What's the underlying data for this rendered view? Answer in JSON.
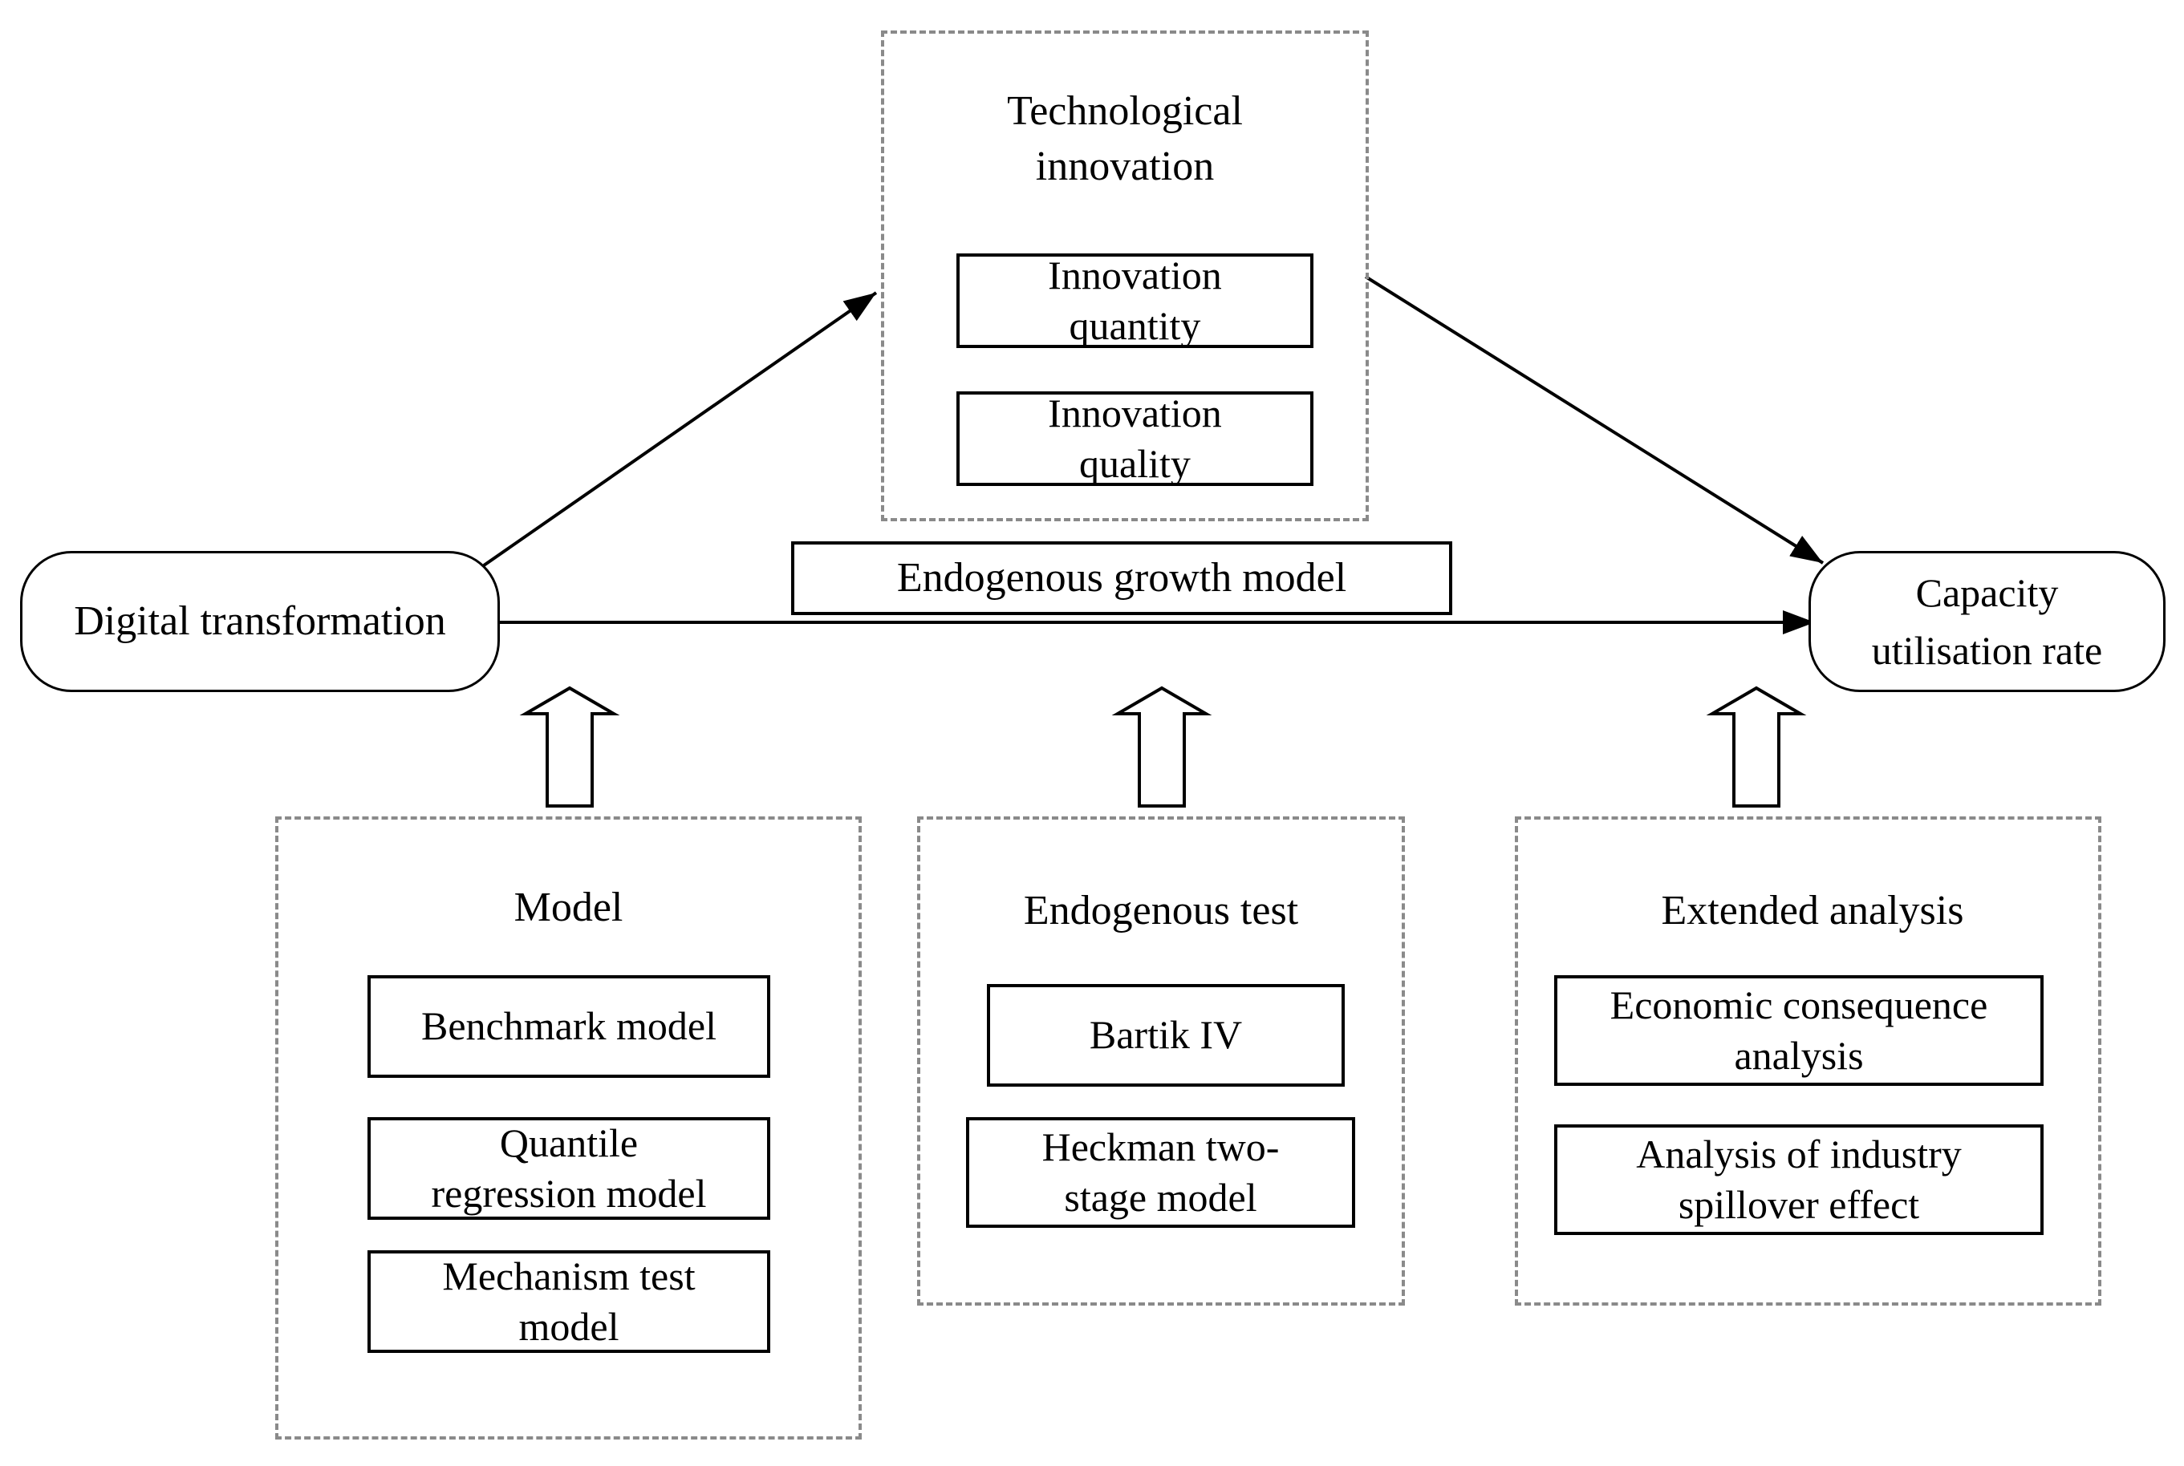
{
  "nodes": {
    "digital_transformation": "Digital transformation",
    "capacity_utilisation": "Capacity\nutilisation rate",
    "endogenous_growth_model": "Endogenous growth model"
  },
  "technological_innovation": {
    "title": "Technological\ninnovation",
    "items": [
      "Innovation\nquantity",
      "Innovation\nquality"
    ]
  },
  "model_group": {
    "title": "Model",
    "items": [
      "Benchmark model",
      "Quantile\nregression model",
      "Mechanism test\nmodel"
    ]
  },
  "endogenous_test_group": {
    "title": "Endogenous test",
    "items": [
      "Bartik IV",
      "Heckman two-\nstage model"
    ]
  },
  "extended_analysis_group": {
    "title": "Extended analysis",
    "items": [
      "Economic consequence\nanalysis",
      "Analysis of industry\nspillover effect"
    ]
  },
  "colors": {
    "line": "#000000",
    "dashed_border": "#8a8a8a"
  }
}
